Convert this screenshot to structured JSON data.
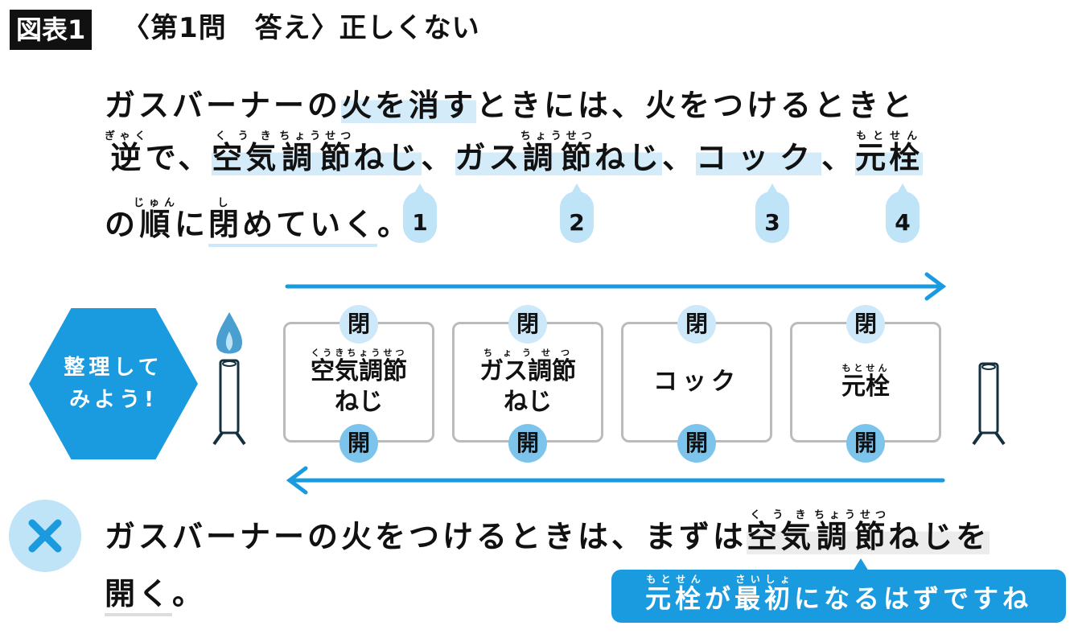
{
  "header": {
    "badge": "図表1",
    "title": "〈第1問　答え〉正しくない"
  },
  "explanation": {
    "l1a": "ガスバーナーの",
    "l1b": "火を消す",
    "l1c": "ときには、火をつけるときと",
    "l2_gyaku": "逆",
    "l2_gyaku_ruby": "ぎゃく",
    "l2a": "で、",
    "kuuki": "空気",
    "kuuki_ruby": "くうき",
    "chousetsu": "調節",
    "chousetsu_ruby": "ちょうせつ",
    "neji": "ねじ",
    "sep": "、",
    "gas": "ガス",
    "cock": "コック",
    "motosen": "元栓",
    "motosen_ruby": "もとせん",
    "l3a": "の",
    "jun": "順",
    "jun_ruby": "じゅん",
    "l3b": "に",
    "shi": "閉",
    "shi_ruby": "し",
    "l3c": "めていく",
    "l3d": "。"
  },
  "steps": [
    "1",
    "2",
    "3",
    "4"
  ],
  "diagram": {
    "badge_l1": "整理して",
    "badge_l2": "みよう!",
    "close": "閉",
    "open": "開",
    "boxes": [
      {
        "l1": "空気調節",
        "ruby": "くうきちょうせつ",
        "l2": "ねじ"
      },
      {
        "l1": "ガス調節",
        "ruby": "ちょうせつ",
        "l2": "ねじ"
      },
      {
        "l1": "コック"
      },
      {
        "l1": "元栓",
        "ruby": "もとせん"
      }
    ]
  },
  "wrong": {
    "l1a": "ガスバーナーの火をつけるときは、まずは",
    "l1b_kuuki": "空気",
    "l1b_chousetsu": "調節",
    "l1b_rest": "ねじを",
    "l2": "開く",
    "l2b": "。"
  },
  "note": {
    "motosen": "元栓",
    "motosen_ruby": "もとせん",
    "ga": "が",
    "saisho": "最初",
    "saisho_ruby": "さいしょ",
    "rest": "になるはずですね"
  },
  "colors": {
    "accent": "#1a9be0",
    "light": "#bfe3f7",
    "highlight": "#d4ecfa"
  }
}
